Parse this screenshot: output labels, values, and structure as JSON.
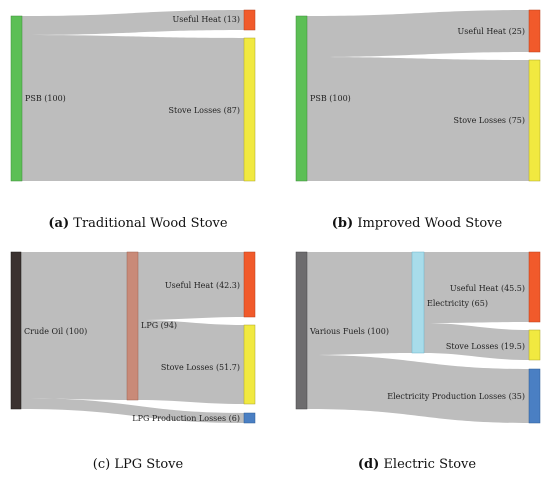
{
  "colors": {
    "flow": "#bdbdbd",
    "psb": "#5cbf55",
    "useful_heat": "#f15a2b",
    "stove_losses": "#f1e940",
    "crude_oil": "#3b3230",
    "lpg": "#c98a78",
    "lpg_production_losses": "#4a7fc3",
    "various_fuels": "#6d6c6e",
    "electricity": "#a8dcea",
    "electricity_production_losses": "#4a7fc3"
  },
  "panels": [
    {
      "id": "a",
      "caption_letter": "(a)",
      "caption_text": " Traditional Wood Stove",
      "nodes": [
        {
          "key": "psb",
          "label": "PSB (100)",
          "value": 100
        },
        {
          "key": "useful_heat",
          "label": "Useful Heat (13)",
          "value": 13
        },
        {
          "key": "stove_losses",
          "label": "Stove Losses (87)",
          "value": 87
        }
      ]
    },
    {
      "id": "b",
      "caption_letter": "(b)",
      "caption_text": " Improved Wood Stove",
      "nodes": [
        {
          "key": "psb",
          "label": "PSB (100)",
          "value": 100
        },
        {
          "key": "useful_heat",
          "label": "Useful Heat (25)",
          "value": 25
        },
        {
          "key": "stove_losses",
          "label": "Stove Losses (75)",
          "value": 75
        }
      ]
    },
    {
      "id": "c",
      "caption_letter": "",
      "caption_text": "(c) LPG Stove",
      "nodes": [
        {
          "key": "crude_oil",
          "label": "Crude Oil (100)",
          "value": 100
        },
        {
          "key": "lpg",
          "label": "LPG (94)",
          "value": 94
        },
        {
          "key": "useful_heat",
          "label": "Useful Heat (42.3)",
          "value": 42.3
        },
        {
          "key": "stove_losses",
          "label": "Stove Losses (51.7)",
          "value": 51.7
        },
        {
          "key": "lpg_production_losses",
          "label": "LPG Production Losses (6)",
          "value": 6
        }
      ]
    },
    {
      "id": "d",
      "caption_letter": "(d)",
      "caption_text": " Electric Stove",
      "nodes": [
        {
          "key": "various_fuels",
          "label": "Various Fuels (100)",
          "value": 100
        },
        {
          "key": "electricity",
          "label": "Electricity (65)",
          "value": 65
        },
        {
          "key": "useful_heat",
          "label": "Useful Heat (45.5)",
          "value": 45.5
        },
        {
          "key": "stove_losses",
          "label": "Stove Losses (19.5)",
          "value": 19.5
        },
        {
          "key": "electricity_production_losses",
          "label": "Electricity Production Losses (35)",
          "value": 35
        }
      ]
    }
  ]
}
